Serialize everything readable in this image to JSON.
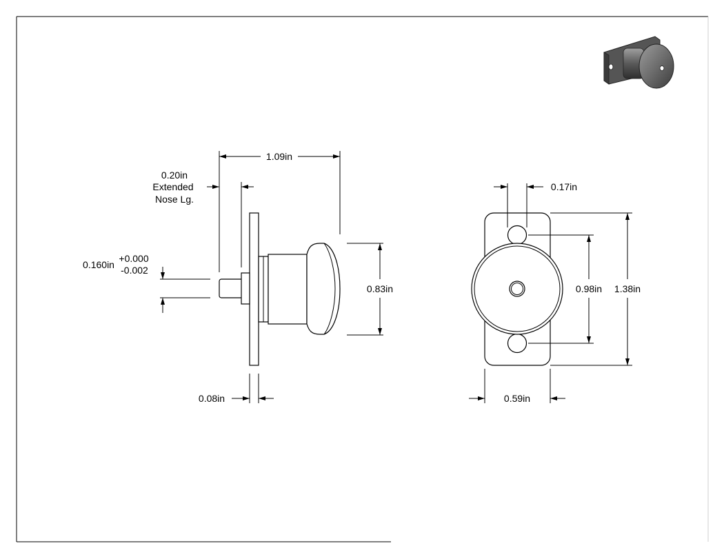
{
  "side_view": {
    "overall_length": "1.09in",
    "nose_length_value": "0.20in",
    "nose_length_line1": "Extended",
    "nose_length_line2": "Nose Lg.",
    "pin_diameter": "0.160in",
    "pin_tol_upper": "+0.000",
    "pin_tol_lower": "-0.002",
    "knob_diameter": "0.83in",
    "flange_thickness": "0.08in"
  },
  "front_view": {
    "hole_diameter": "0.17in",
    "hole_spacing": "0.98in",
    "flange_height": "1.38in",
    "flange_width": "0.59in"
  },
  "iso_view": {
    "knob_color": "#7a7a7a",
    "flange_color": "#555555"
  }
}
